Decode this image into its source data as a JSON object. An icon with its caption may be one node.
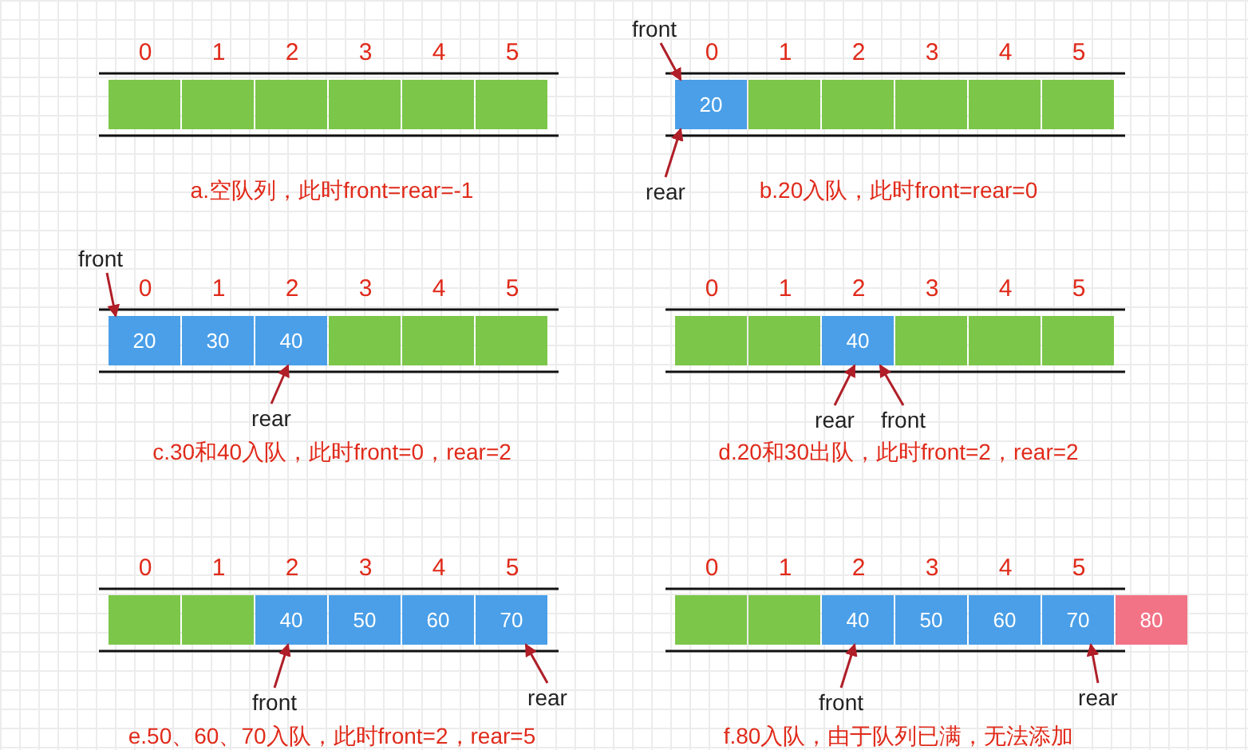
{
  "diagram": {
    "nodes": [
      {
        "text": [],
        "shape": "box"
      },
      {
        "text": [],
        "shape": "box"
      },
      {
        "text": [],
        "shape": "box"
      },
      {
        "text": [],
        "shape": "box"
      },
      {
        "text": [],
        "shape": "box"
      },
      {
        "text": [],
        "shape": "box"
      },
      {
        "text": [
          "front"
        ]
      },
      {
        "text": [
          "20"
        ]
      },
      {
        "text": [],
        "shape": "box"
      },
      {
        "text": [],
        "shape": "box"
      },
      {
        "text": [],
        "shape": "box"
      },
      {
        "text": [],
        "shape": "box"
      },
      {
        "text": [],
        "shape": "box"
      },
      {
        "text": [
          "rear"
        ]
      },
      {
        "text": [
          "front"
        ]
      },
      {
        "text": [
          "20"
        ]
      },
      {
        "text": [
          "30"
        ]
      },
      {
        "text": [
          "40"
        ]
      },
      {
        "text": [],
        "shape": "box"
      },
      {
        "text": [],
        "shape": "box"
      },
      {
        "text": [],
        "shape": "box"
      },
      {
        "text": [
          "rear"
        ]
      },
      {
        "text": [],
        "shape": "box"
      },
      {
        "text": [],
        "shape": "box"
      },
      {
        "text": [
          "40"
        ]
      },
      {
        "text": [],
        "shape": "box"
      },
      {
        "text": [],
        "shape": "box"
      },
      {
        "text": [],
        "shape": "box"
      },
      {
        "text": [
          "rear"
        ]
      },
      {
        "text": [
          "front"
        ]
      },
      {
        "text": [],
        "shape": "box"
      },
      {
        "text": [],
        "shape": "box"
      },
      {
        "text": [
          "40"
        ]
      },
      {
        "text": [
          "50"
        ]
      },
      {
        "text": [
          "60"
        ]
      },
      {
        "text": [
          "70"
        ]
      },
      {
        "text": [
          "front"
        ]
      },
      {
        "text": [
          "rear"
        ]
      },
      {
        "text": [],
        "shape": "box"
      },
      {
        "text": [],
        "shape": "box"
      },
      {
        "text": [
          "40"
        ]
      },
      {
        "text": [
          "50"
        ]
      },
      {
        "text": [
          "60"
        ]
      },
      {
        "text": [
          "70"
        ]
      },
      {
        "text": [
          "80"
        ]
      },
      {
        "text": [
          "front"
        ]
      },
      {
        "text": [
          "rear"
        ]
      }
    ],
    "edges": [
      {
        "from": 6,
        "to": 7,
        "arrow": "to"
      },
      {
        "from": 13,
        "to": 7,
        "arrow": "to"
      },
      {
        "from": 14,
        "to": 15,
        "arrow": "to"
      },
      {
        "from": 21,
        "to": 17,
        "arrow": "to"
      },
      {
        "from": 28,
        "to": 24,
        "arrow": "to"
      },
      {
        "from": 29,
        "to": 24,
        "arrow": "to"
      },
      {
        "from": 36,
        "to": 32,
        "arrow": "to"
      },
      {
        "from": 37,
        "to": 35,
        "arrow": "to"
      },
      {
        "from": 45,
        "to": 40,
        "arrow": "to"
      },
      {
        "from": 46,
        "to": 43,
        "arrow": "to"
      }
    ],
    "labels": [
      "0",
      "1",
      "2",
      "3",
      "4",
      "5",
      "0",
      "1",
      "2",
      "3",
      "4",
      "5",
      "a.空队列，此时front=rear=-1",
      "b.20入队，此时front=rear=0",
      "0",
      "1",
      "2",
      "3",
      "4",
      "5",
      "0",
      "1",
      "2",
      "3",
      "4",
      "5",
      "c.30和40入队，此时front=0，rear=2",
      "d.20和30出队，此时front=2，rear=2",
      "0",
      "1",
      "2",
      "3",
      "4",
      "5",
      "0",
      "1",
      "2",
      "3",
      "4",
      "5",
      "e.50、60、70入队，此时front=2，rear=5",
      "f.80入队，由于队列已满，无法添加"
    ]
  }
}
